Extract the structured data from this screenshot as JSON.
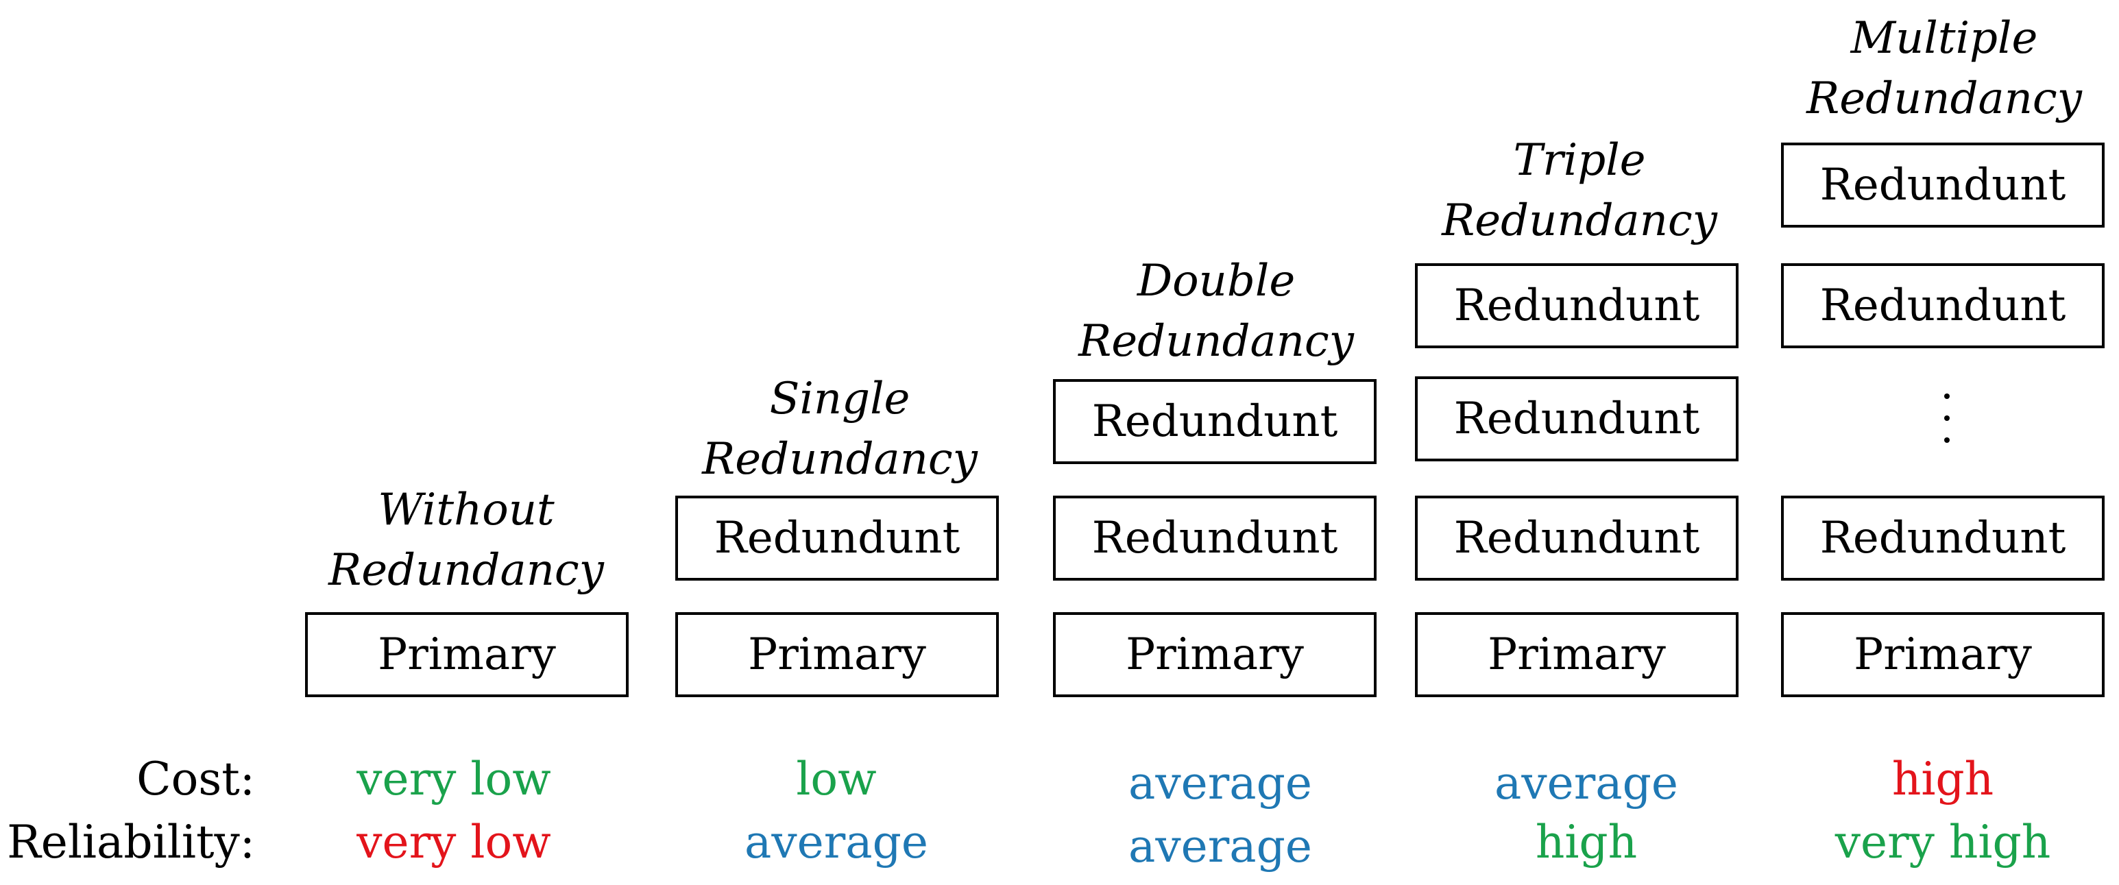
{
  "columns": [
    {
      "title": [
        "Without",
        "Redundancy"
      ],
      "boxes": [
        "Primary"
      ],
      "cost": "very low",
      "reliability": "very low"
    },
    {
      "title": [
        "Single",
        "Redundancy"
      ],
      "boxes": [
        "Redundunt",
        "Primary"
      ],
      "cost": "low",
      "reliability": "average"
    },
    {
      "title": [
        "Double",
        "Redundancy"
      ],
      "boxes": [
        "Redundunt",
        "Redundunt",
        "Primary"
      ],
      "cost": "average",
      "reliability": "average"
    },
    {
      "title": [
        "Triple",
        "Redundancy"
      ],
      "boxes": [
        "Redundunt",
        "Redundunt",
        "Redundunt",
        "Primary"
      ],
      "cost": "average",
      "reliability": "high"
    },
    {
      "title": [
        "Multiple",
        "Redundancy"
      ],
      "boxes": [
        "Redundunt",
        "Redundunt",
        "Redundunt",
        "Primary"
      ],
      "cost": "high",
      "reliability": "very high"
    }
  ],
  "row_labels": {
    "cost": "Cost:",
    "reliability": "Reliability:"
  },
  "colors": {
    "green": "#1aa24b",
    "blue": "#1f78b4",
    "red": "#e3141b"
  },
  "value_colors": {
    "very low": "green",
    "low": "green",
    "average": "blue",
    "high": "red",
    "very high": "green"
  }
}
